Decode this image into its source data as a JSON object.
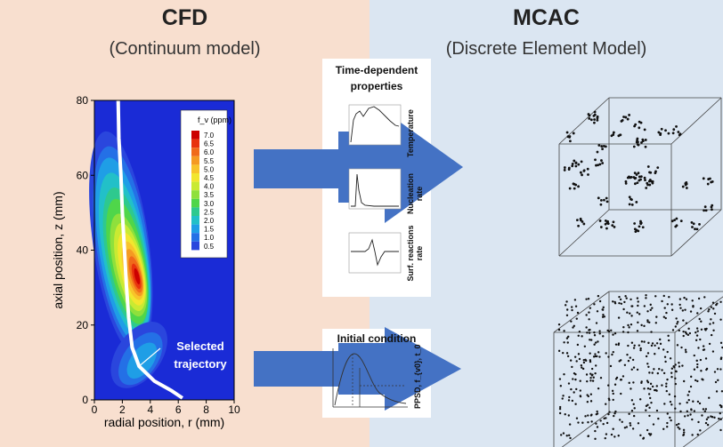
{
  "left": {
    "title": "CFD",
    "subtitle": "(Continuum model)"
  },
  "right": {
    "title": "MCAC",
    "subtitle": "(Discrete Element Model)"
  },
  "center_top": {
    "title": "Time-dependent properties",
    "labels": [
      "Temperature",
      "Nucleation rate",
      "Surf. reactions rate"
    ]
  },
  "center_bottom": {
    "title": "Initial condition",
    "label": "PPSD, f_{v0}, t_0"
  },
  "annotation": {
    "line1": "Selected",
    "line2": "trajectory"
  },
  "chart_data": {
    "type": "heatmap",
    "xlabel": "radial position, r (mm)",
    "ylabel": "axial position, z (mm)",
    "xlim": [
      0,
      10
    ],
    "ylim": [
      0,
      80
    ],
    "x_ticks": [
      "0",
      "2",
      "4",
      "6",
      "8",
      "10"
    ],
    "y_ticks": [
      "0",
      "20",
      "40",
      "60",
      "80"
    ],
    "colorbar": {
      "title": "f_v (ppm)",
      "levels": [
        "7.0",
        "6.5",
        "6.0",
        "5.5",
        "5.0",
        "4.5",
        "4.0",
        "3.5",
        "3.0",
        "2.5",
        "2.0",
        "1.5",
        "1.0",
        "0.5"
      ],
      "colors": [
        "#cc0000",
        "#e8320e",
        "#f06a1a",
        "#f59a22",
        "#f8c42a",
        "#f2e62e",
        "#c9ea32",
        "#8fe03c",
        "#4fd64a",
        "#2ec98e",
        "#22c0c8",
        "#1f9ee6",
        "#2470e6",
        "#2a46dd"
      ]
    },
    "background_color": "#1a2bd6"
  },
  "colors": {
    "arrow": "#4472c4",
    "left_panel": "#f8dfcf",
    "right_panel": "#dbe6f2"
  }
}
